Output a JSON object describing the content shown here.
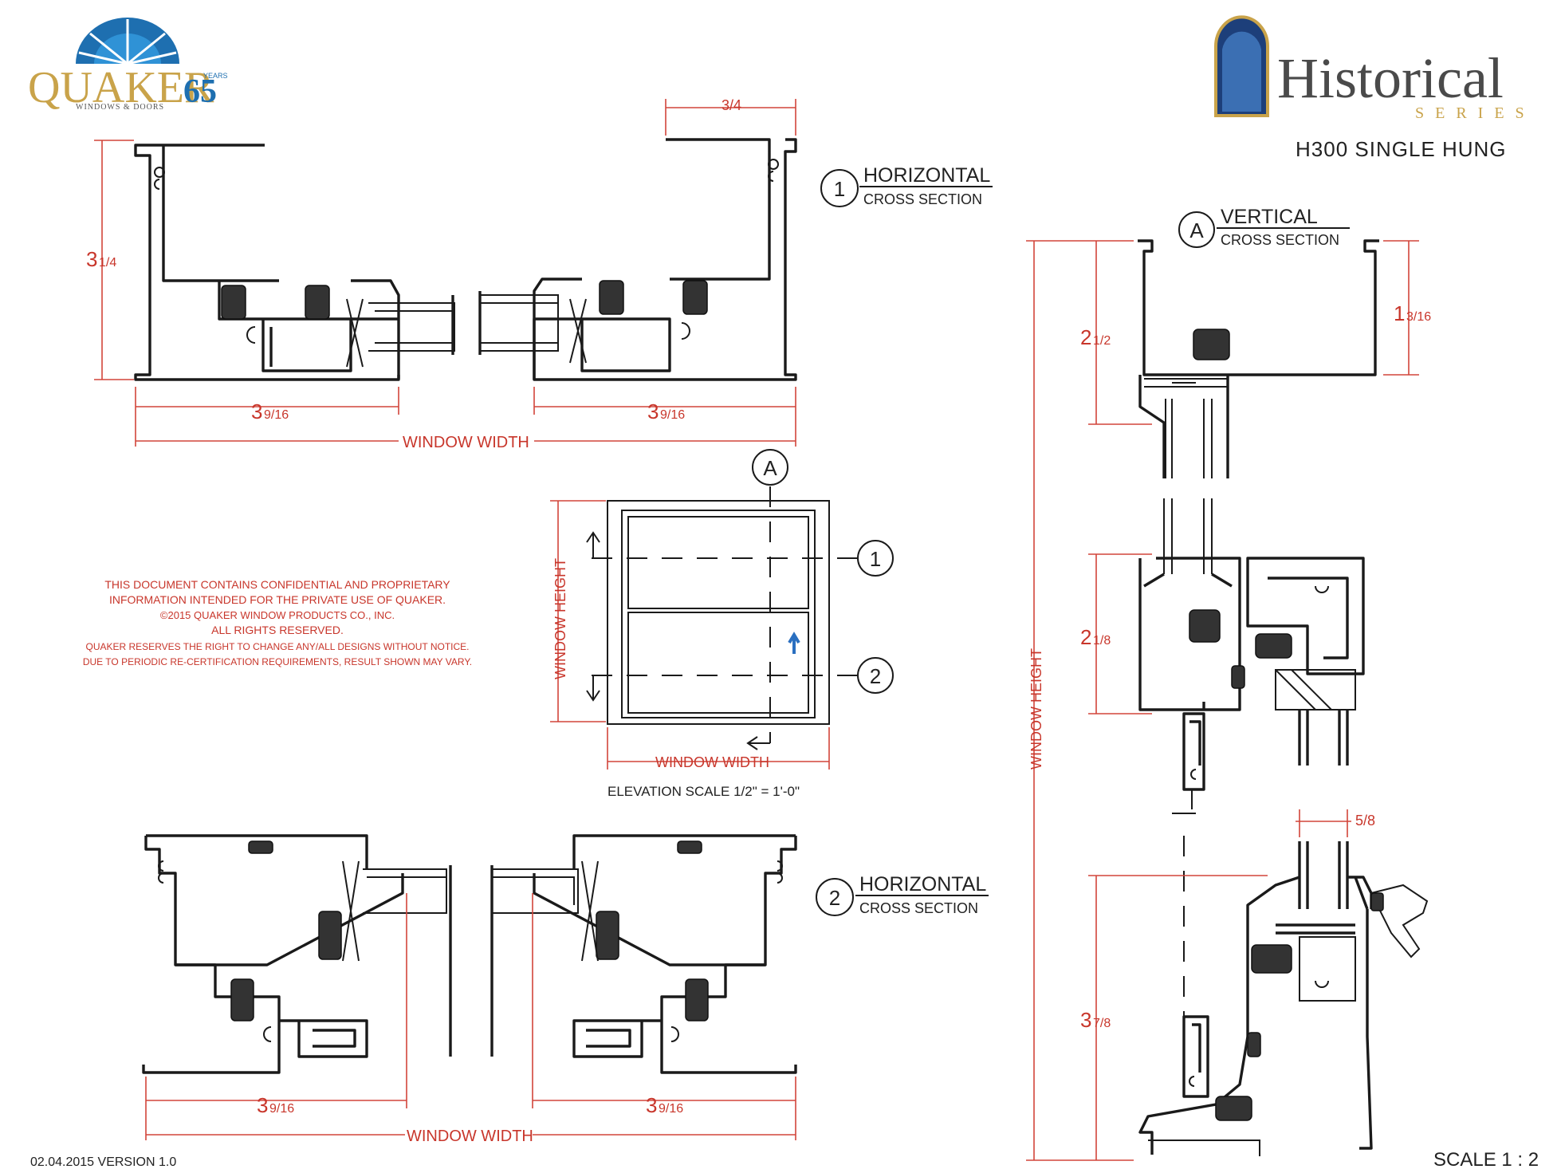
{
  "brand": {
    "quaker_logo_text": "QUAKER",
    "quaker_anniversary": "65",
    "quaker_anniversary_small": "YEARS",
    "quaker_tagline": "WINDOWS & DOORS",
    "historical_title": "Historical",
    "historical_sub": "SERIES"
  },
  "product": {
    "title": "H300 SINGLE HUNG"
  },
  "sections": {
    "horizontal_1": {
      "number": "1",
      "title": "HORIZONTAL",
      "subtitle": "CROSS SECTION"
    },
    "horizontal_2": {
      "number": "2",
      "title": "HORIZONTAL",
      "subtitle": "CROSS SECTION"
    },
    "vertical_a": {
      "number": "A",
      "title": "VERTICAL",
      "subtitle": "CROSS SECTION"
    }
  },
  "dimensions": {
    "top_left_depth": "3",
    "top_left_depth_frac": "1/4",
    "top_right_flange": "3/4",
    "h1_left_width": "3",
    "h1_left_width_frac": "9/16",
    "h1_right_width": "3",
    "h1_right_width_frac": "9/16",
    "h1_window_width": "WINDOW WIDTH",
    "v_top": "2",
    "v_top_frac": "1/2",
    "v_top_right": "1",
    "v_top_right_frac": "3/16",
    "v_mid": "2",
    "v_mid_frac": "1/8",
    "v_bottom": "3",
    "v_bottom_frac": "7/8",
    "v_bottom_right": "5/8",
    "v_window_height": "WINDOW HEIGHT",
    "h2_left_width": "3",
    "h2_left_width_frac": "9/16",
    "h2_right_width": "3",
    "h2_right_width_frac": "9/16",
    "h2_window_width": "WINDOW WIDTH"
  },
  "elevation": {
    "callout_a": "A",
    "callout_1": "1",
    "callout_2": "2",
    "height_label": "WINDOW HEIGHT",
    "width_label": "WINDOW WIDTH",
    "scale_note": "ELEVATION SCALE 1/2\" = 1'-0\""
  },
  "disclaimer": [
    "THIS DOCUMENT CONTAINS CONFIDENTIAL AND PROPRIETARY",
    "INFORMATION INTENDED FOR THE PRIVATE USE OF QUAKER.",
    "©2015 QUAKER WINDOW PRODUCTS CO., INC.",
    "ALL RIGHTS RESERVED.",
    "QUAKER RESERVES THE RIGHT TO CHANGE ANY/ALL DESIGNS WITHOUT NOTICE.",
    "DUE TO PERIODIC RE-CERTIFICATION REQUIREMENTS, RESULT SHOWN MAY VARY."
  ],
  "footer": {
    "version": "02.04.2015 VERSION 1.0",
    "scale": "SCALE 1 : 2"
  },
  "colors": {
    "dimension": "#d2453a",
    "profile": "#1a1a1a",
    "logo_blue": "#1e6fb0",
    "logo_gold": "#c9a34a"
  }
}
